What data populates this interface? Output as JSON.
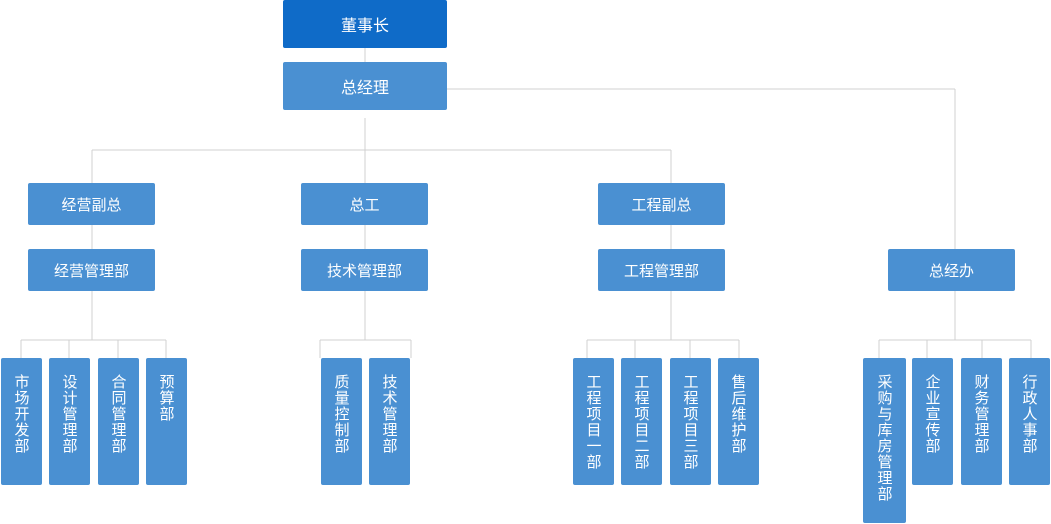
{
  "top": {
    "chairman": "董事长",
    "general_manager": "总经理"
  },
  "branches": [
    {
      "head": "经营副总",
      "department": "经营管理部",
      "units": [
        "市场开发部",
        "设计管理部",
        "合同管理部",
        "预算部"
      ]
    },
    {
      "head": "总工",
      "department": "技术管理部",
      "units": [
        "质量控制部",
        "技术管理部"
      ]
    },
    {
      "head": "工程副总",
      "department": "工程管理部",
      "units": [
        "工程项目一部",
        "工程项目二部",
        "工程项目三部",
        "售后维护部"
      ]
    },
    {
      "department": "总经办",
      "units": [
        "采购与库房管理部",
        "企业宣传部",
        "财务管理部",
        "行政人事部"
      ]
    }
  ],
  "colors": {
    "top_box": "#0f6bc8",
    "box": "#4a90d2",
    "connector": "#d0d0d0"
  }
}
